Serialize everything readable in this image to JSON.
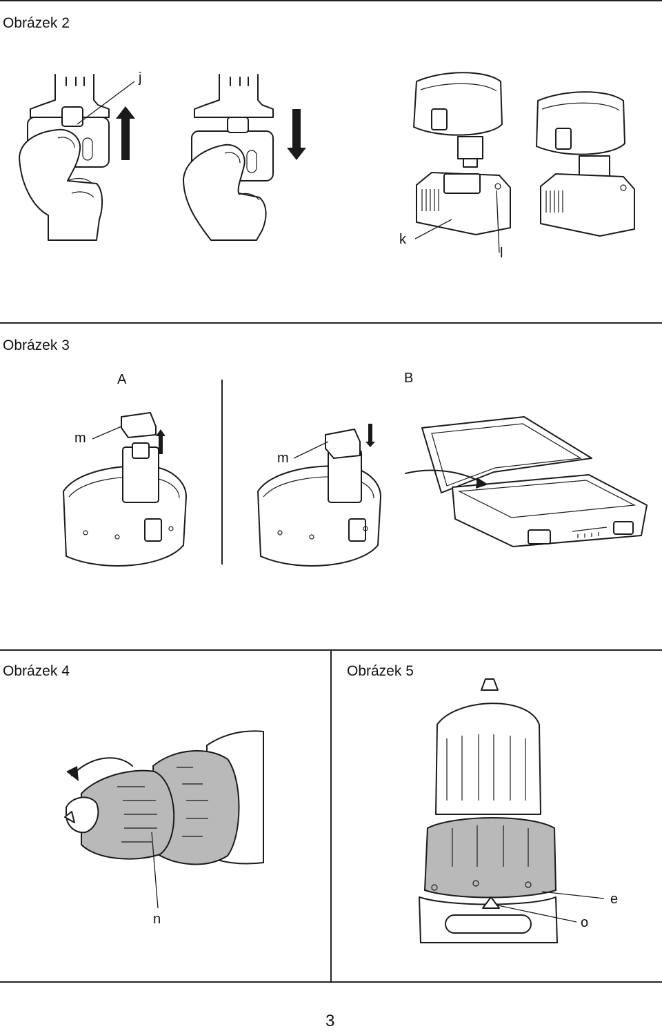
{
  "figures": {
    "fig2": {
      "caption": "Obrázek 2",
      "callouts": {
        "j": "j",
        "k": "k",
        "l": "l"
      }
    },
    "fig3": {
      "caption": "Obrázek 3",
      "panel_a": "A",
      "panel_b": "B",
      "callouts": {
        "m_a": "m",
        "m_b": "m"
      }
    },
    "fig4": {
      "caption": "Obrázek 4",
      "callouts": {
        "n": "n"
      }
    },
    "fig5": {
      "caption": "Obrázek 5",
      "callouts": {
        "e": "e",
        "o": "o"
      }
    }
  },
  "page_number": "3"
}
